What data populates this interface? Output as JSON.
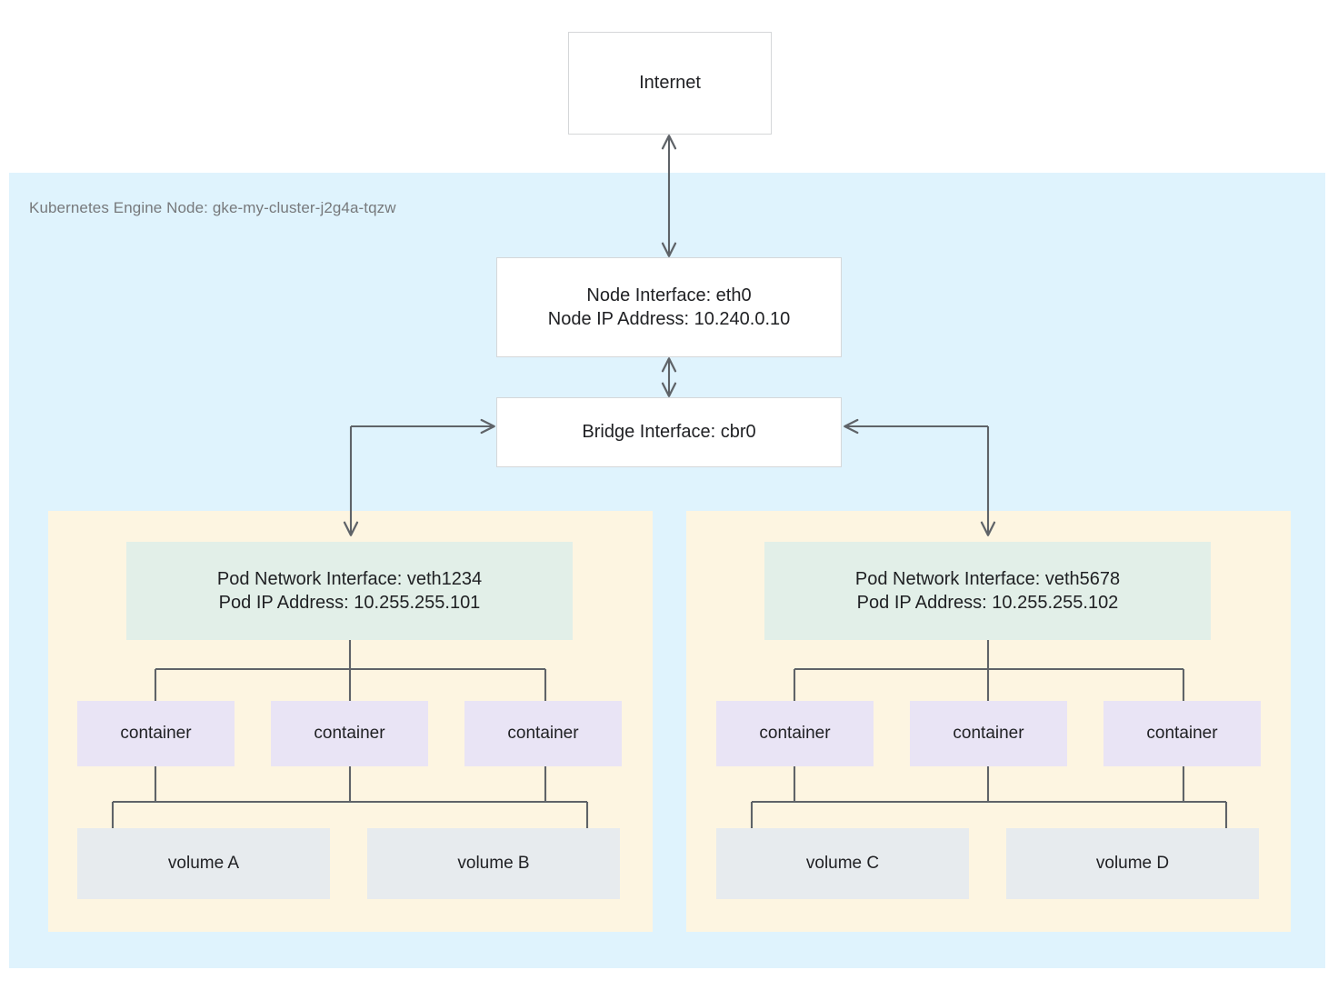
{
  "diagram": {
    "title": "Kubernetes Engine Node network topology",
    "internet": {
      "label": "Internet"
    },
    "node": {
      "panel_label": "Kubernetes Engine Node: gke-my-cluster-j2g4a-tqzw",
      "interface": {
        "line1": "Node Interface: eth0",
        "line2": "Node IP Address: 10.240.0.10"
      },
      "bridge": {
        "label": "Bridge Interface: cbr0"
      }
    },
    "pods": [
      {
        "network_interface": "Pod Network Interface: veth1234",
        "ip_address": "Pod IP Address: 10.255.255.101",
        "containers": [
          "container",
          "container",
          "container"
        ],
        "volumes": [
          "volume A",
          "volume B"
        ]
      },
      {
        "network_interface": "Pod Network Interface: veth5678",
        "ip_address": "Pod IP Address: 10.255.255.102",
        "containers": [
          "container",
          "container",
          "container"
        ],
        "volumes": [
          "volume C",
          "volume D"
        ]
      }
    ],
    "colors": {
      "node_panel": "#dff3fd",
      "pod_panel": "#fdf5e1",
      "pod_interface": "#e2efe8",
      "container": "#e9e4f5",
      "volume": "#e7ebee",
      "box_border": "#d5d7d9",
      "connector": "#5f6368",
      "text": "#202124",
      "muted_text": "#77797c",
      "background": "#ffffff"
    }
  }
}
